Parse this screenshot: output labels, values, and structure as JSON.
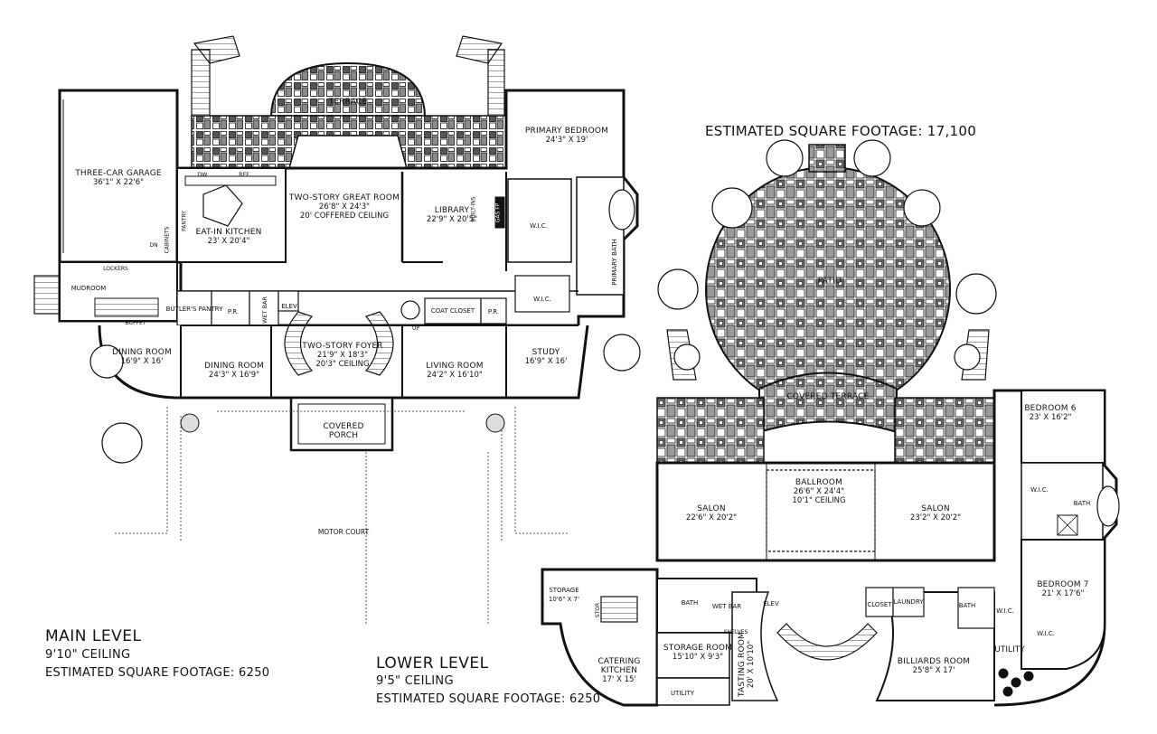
{
  "summary": {
    "total_label": "ESTIMATED SQUARE FOOTAGE: 17,100"
  },
  "main_level": {
    "title": "MAIN LEVEL",
    "ceiling": "9'10\" CEILING",
    "sqft": "ESTIMATED SQUARE FOOTAGE: 6250",
    "rooms": {
      "terrace": {
        "name": "TERRACE"
      },
      "primary_bedroom": {
        "name": "PRIMARY BEDROOM",
        "dims": "24'3\" X 19'"
      },
      "garage": {
        "name": "THREE-CAR GARAGE",
        "dims": "36'1\" X 22'6\""
      },
      "great_room": {
        "name": "TWO-STORY GREAT ROOM",
        "dims": "26'8\" X 24'3\"",
        "extra": "20' COFFERED CEILING"
      },
      "library": {
        "name": "LIBRARY",
        "dims": "22'9\" X 20'5\""
      },
      "kitchen": {
        "name": "EAT-IN KITCHEN",
        "dims": "23' X 20'4\""
      },
      "wic": {
        "name": "W.I.C."
      },
      "primary_bath": {
        "name": "PRIMARY BATH"
      },
      "mudroom": {
        "name": "MUDROOM"
      },
      "butlers_pantry": {
        "name": "BUTLER'S PANTRY"
      },
      "pr1": {
        "name": "P.R."
      },
      "wet_bar": {
        "name": "WET BAR"
      },
      "elev": {
        "name": "ELEV"
      },
      "coat_closet": {
        "name": "COAT CLOSET"
      },
      "pr2": {
        "name": "P.R."
      },
      "wic2": {
        "name": "W.I.C."
      },
      "dining_left": {
        "name": "DINING ROOM",
        "dims": "16'9\" X 16'"
      },
      "dining_main": {
        "name": "DINING ROOM",
        "dims": "24'3\" X 16'9\""
      },
      "foyer": {
        "name": "TWO-STORY FOYER",
        "dims": "21'9\" X 18'3\"",
        "extra": "20'3\" CEILING"
      },
      "living": {
        "name": "LIVING ROOM",
        "dims": "24'2\" X 16'10\""
      },
      "study": {
        "name": "STUDY",
        "dims": "16'9\" X 16'"
      },
      "porch": {
        "name": "COVERED PORCH"
      },
      "motor_court": {
        "name": "MOTOR COURT"
      }
    },
    "small": {
      "ref": "REF",
      "dw": "DW",
      "built_ins": "BUILT-INS",
      "gas_fp": "GAS FP",
      "pantry": "PANTRY",
      "cabinets": "CABINETS",
      "lockers": "LOCKERS",
      "buffet": "BUFFET",
      "dn": "DN",
      "up": "UP"
    }
  },
  "lower_level": {
    "title": "LOWER LEVEL",
    "ceiling": "9'5\" CEILING",
    "sqft": "ESTIMATED SQUARE FOOTAGE: 6250",
    "rooms": {
      "patio": {
        "name": "PATIO"
      },
      "covered_terrace": {
        "name": "COVERED TERRACE"
      },
      "bedroom6": {
        "name": "BEDROOM 6",
        "dims": "23' X 16'2\""
      },
      "ballroom": {
        "name": "BALLROOM",
        "dims": "26'6\" X 24'4\"",
        "extra": "10'1\" CEILING"
      },
      "salon_left": {
        "name": "SALON",
        "dims": "22'6\" X 20'2\""
      },
      "salon_right": {
        "name": "SALON",
        "dims": "23'2\" X 20'2\""
      },
      "wic6": {
        "name": "W.I.C."
      },
      "bath6": {
        "name": "BATH"
      },
      "bedroom7": {
        "name": "BEDROOM 7",
        "dims": "21' X 17'6\""
      },
      "storage_small": {
        "name": "STORAGE",
        "dims": "10'6\" X 7'"
      },
      "bath_ll": {
        "name": "BATH"
      },
      "wet_bar": {
        "name": "WET BAR"
      },
      "elev": {
        "name": "ELEV"
      },
      "closet": {
        "name": "CLOSET"
      },
      "laundry": {
        "name": "LAUNDRY"
      },
      "bath7": {
        "name": "BATH"
      },
      "wic7a": {
        "name": "W.I.C."
      },
      "wic7b": {
        "name": "W.I.C."
      },
      "storage_room": {
        "name": "STORAGE ROOM",
        "dims": "15'10\" X 9'3\""
      },
      "tasting_room": {
        "name": "TASTING ROOM",
        "dims": "20' X 10'10\""
      },
      "billiards": {
        "name": "BILLIARDS ROOM",
        "dims": "25'8\" X 17'"
      },
      "utility_right": {
        "name": "UTILITY"
      },
      "catering": {
        "name": "CATERING",
        "name2": "KITCHEN",
        "dims": "17' X 15'"
      },
      "utility_left": {
        "name": "UTILITY"
      },
      "stor": {
        "name": "STOR"
      },
      "shelves": {
        "name": "SHELVES"
      }
    }
  }
}
